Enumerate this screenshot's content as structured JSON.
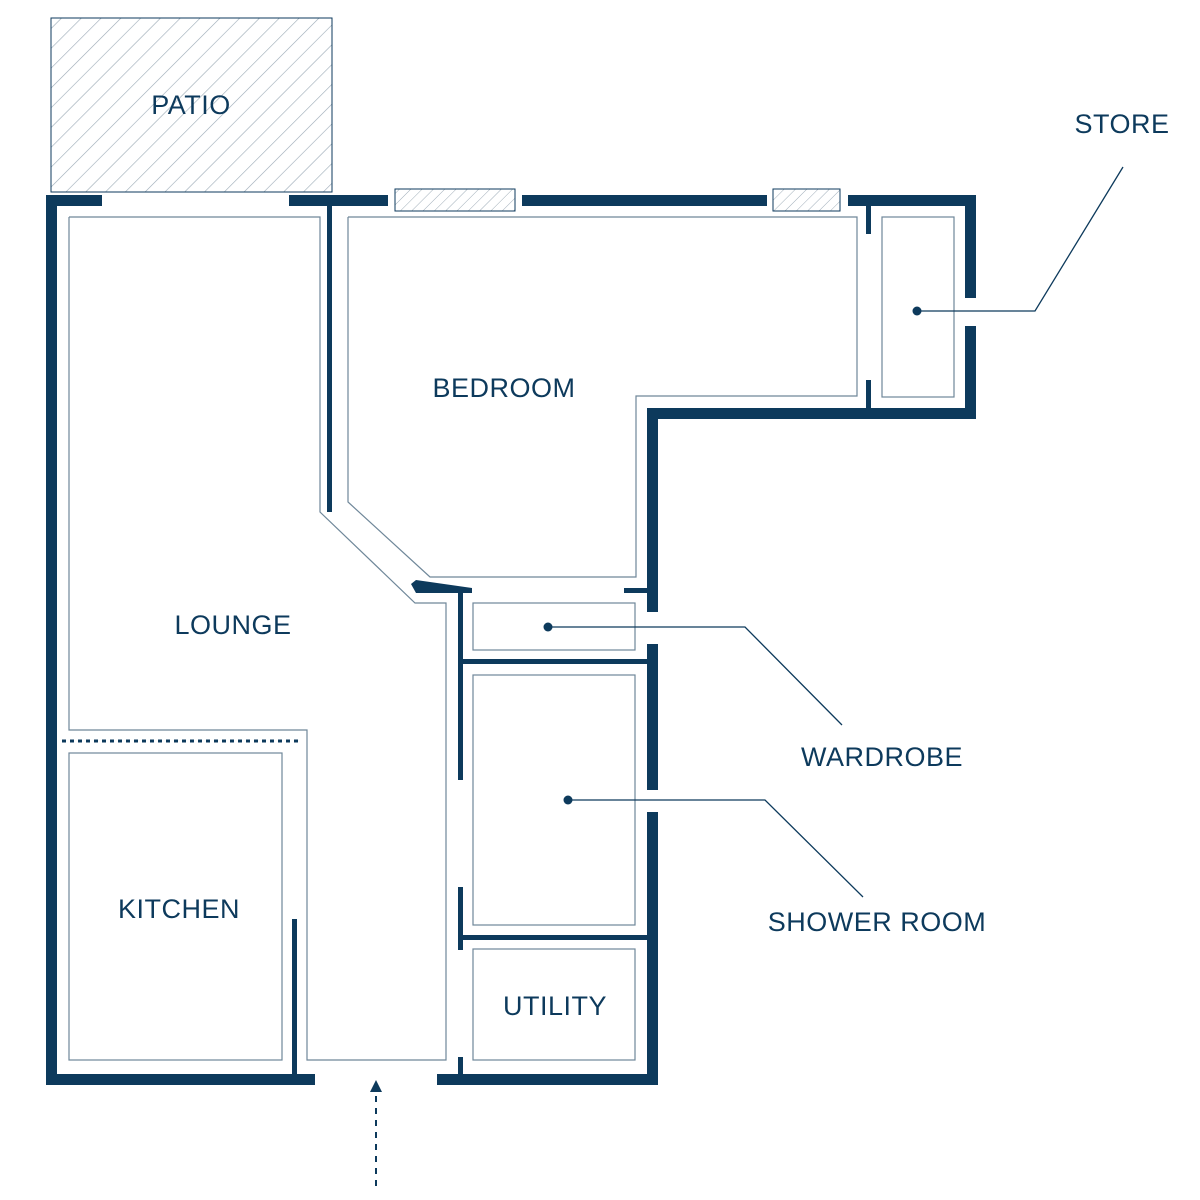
{
  "rooms": {
    "patio": "PATIO",
    "bedroom": "BEDROOM",
    "lounge": "LOUNGE",
    "kitchen": "KITCHEN",
    "utility": "UTILITY"
  },
  "callouts": {
    "store": "STORE",
    "wardrobe": "WARDROBE",
    "shower_room": "SHOWER ROOM"
  },
  "colors": {
    "wall": "#0d3a5c",
    "inner_outline": "#6f8799",
    "background": "#ffffff"
  }
}
